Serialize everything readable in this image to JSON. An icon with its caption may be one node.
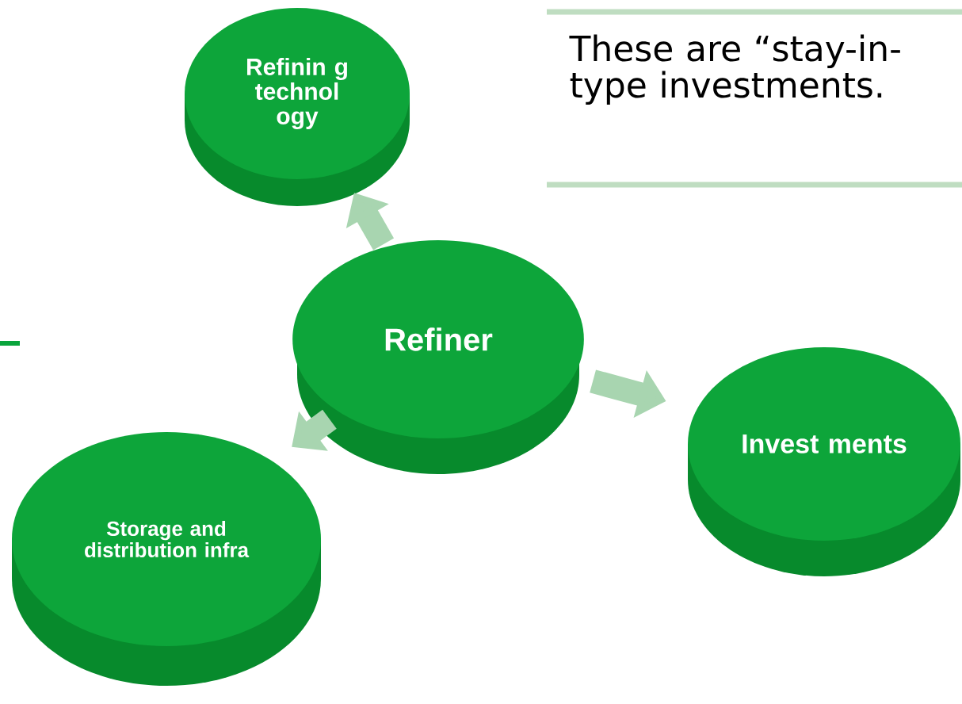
{
  "diagram": {
    "nodes": [
      {
        "text": [
          "Refinin g technol ogy"
        ]
      },
      {
        "text": [
          "Refiner"
        ]
      },
      {
        "text": [
          "Invest ments"
        ]
      },
      {
        "text": [
          "Storage and distribution infra"
        ]
      }
    ],
    "edges": [
      {
        "from": 1,
        "to": 0,
        "arrow": "to"
      },
      {
        "from": 1,
        "to": 2,
        "arrow": "to"
      },
      {
        "from": 1,
        "to": 3,
        "arrow": "to"
      }
    ],
    "labels": [
      "These are “stay-in- type investments."
    ]
  }
}
